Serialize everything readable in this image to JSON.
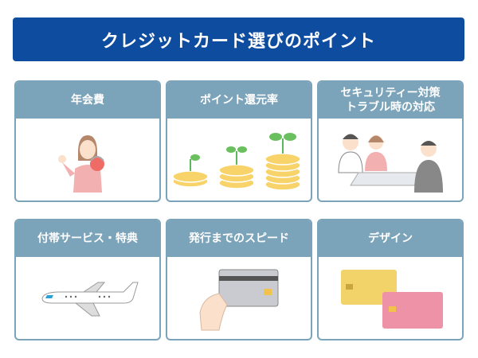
{
  "title": "クレジットカード選びのポイント",
  "cards": [
    {
      "label": "年会費",
      "icon": "woman-with-purse-icon"
    },
    {
      "label": "ポイント還元率",
      "icon": "growing-coins-icon"
    },
    {
      "label": "セキュリティー対策\nトラブル時の対応",
      "icon": "consultation-icon"
    },
    {
      "label": "付帯サービス・特典",
      "icon": "airplane-icon"
    },
    {
      "label": "発行までのスピード",
      "icon": "hand-holding-card-icon"
    },
    {
      "label": "デザイン",
      "icon": "credit-cards-icon"
    }
  ],
  "colors": {
    "title": "#0e4c9f",
    "card": "#7ba3b9"
  }
}
